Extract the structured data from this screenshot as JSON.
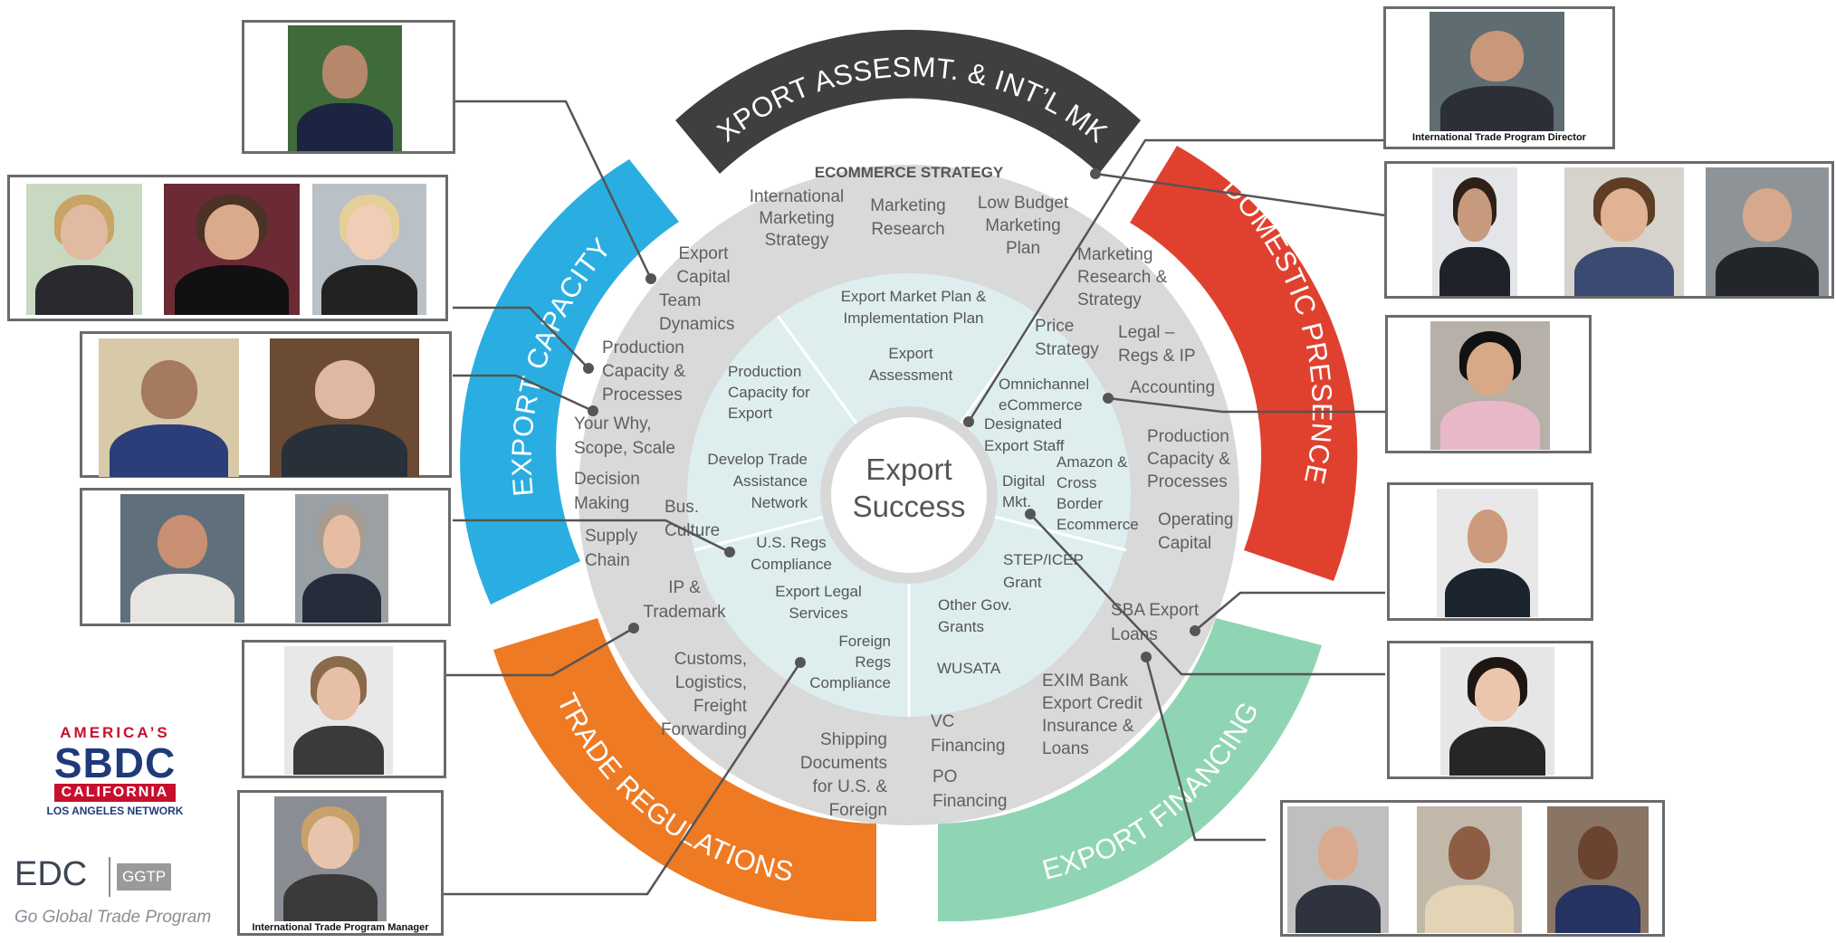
{
  "center": {
    "line1": "Export",
    "line2": "Success"
  },
  "bands": {
    "top": "EXPORT ASSESMT. & INT’L MKT",
    "right": "DOMESTIC PRESENCE",
    "left": "EXPORT CAPACITY",
    "bottom_left": "TRADE REGULATIONS",
    "bottom_right": "EXPORT FINANCING"
  },
  "ecommerce_strategy": "ECOMMERCE STRATEGY",
  "outer_labels": {
    "intl_marketing_strategy": [
      "International",
      "Marketing",
      "Strategy"
    ],
    "marketing_research": [
      "Marketing",
      "Research"
    ],
    "low_budget_marketing_plan": [
      "Low Budget",
      "Marketing",
      "Plan"
    ],
    "export_capital": [
      "Export",
      "Capital"
    ],
    "team_dynamics": [
      "Team",
      "Dynamics"
    ],
    "production_capacity_left": [
      "Production",
      "Capacity &",
      "Processes"
    ],
    "your_why": [
      "Your Why,",
      "Scope, Scale"
    ],
    "decision_making": [
      "Decision",
      "Making"
    ],
    "bus_culture": [
      "Bus.",
      "Culture"
    ],
    "supply_chain": [
      "Supply",
      "Chain"
    ],
    "ip_trademark": [
      "IP &",
      "Trademark"
    ],
    "customs": [
      "Customs,",
      "Logistics,",
      "Freight",
      "Forwarding"
    ],
    "shipping_docs": [
      "Shipping",
      "Documents",
      "for U.S. &",
      "Foreign"
    ],
    "vc_financing": [
      "VC",
      "Financing"
    ],
    "po_financing": [
      "PO",
      "Financing"
    ],
    "exim_bank": [
      "EXIM Bank",
      "Export Credit",
      "Insurance &",
      "Loans"
    ],
    "sba_export_loans": [
      "SBA Export",
      "Loans"
    ],
    "operating_capital": [
      "Operating",
      "Capital"
    ],
    "production_capacity_right": [
      "Production",
      "Capacity &",
      "Processes"
    ],
    "accounting": [
      "Accounting"
    ],
    "legal_regs": [
      "Legal –",
      "Regs & IP"
    ],
    "price_strategy": [
      "Price",
      "Strategy"
    ],
    "marketing_research_strategy": [
      "Marketing",
      "Research &",
      "Strategy"
    ],
    "omnichannel": [
      "Omnichannel",
      "eCommerce"
    ],
    "designated_staff": [
      "Designated",
      "Export Staff"
    ],
    "digital_mkt": [
      "Digital",
      "Mkt."
    ],
    "amazon": [
      "Amazon &",
      "Cross",
      "Border",
      "Ecommerce"
    ]
  },
  "inner_labels": {
    "export_market_plan": [
      "Export Market Plan &",
      "Implementation Plan"
    ],
    "export_assessment": [
      "Export",
      "Assessment"
    ],
    "production_capacity_export": [
      "Production",
      "Capacity for",
      "Export"
    ],
    "develop_trade": [
      "Develop Trade",
      "Assistance",
      "Network"
    ],
    "us_regs": [
      "U.S. Regs",
      "Compliance"
    ],
    "export_legal": [
      "Export Legal",
      "Services"
    ],
    "foreign_regs": [
      "Foreign",
      "Regs",
      "Compliance"
    ],
    "step_icep": [
      "STEP/ICEP",
      "Grant"
    ],
    "other_gov": [
      "Other Gov.",
      "Grants"
    ],
    "wusata": [
      "WUSATA"
    ]
  },
  "captions": {
    "director": "International Trade Program Director",
    "manager": "International Trade Program Manager"
  },
  "logos": {
    "sbdc_top": "AMERICA’S",
    "sbdc_main": "SBDC",
    "sbdc_ca": "CALIFORNIA",
    "sbdc_la": "LOS ANGELES NETWORK",
    "edc": "EDC",
    "ggtp": "GGTP",
    "edc_sub": "Go Global Trade Program"
  },
  "colors": {
    "top_band": "#3f3f3f",
    "right_band": "#e0412f",
    "left_band": "#2aaee2",
    "bottom_left_band": "#ee7a23",
    "bottom_right_band": "#8fd5b4",
    "outer_ring": "#d9d9d9",
    "inner_ring": "#deeeee",
    "connector": "#555555"
  }
}
